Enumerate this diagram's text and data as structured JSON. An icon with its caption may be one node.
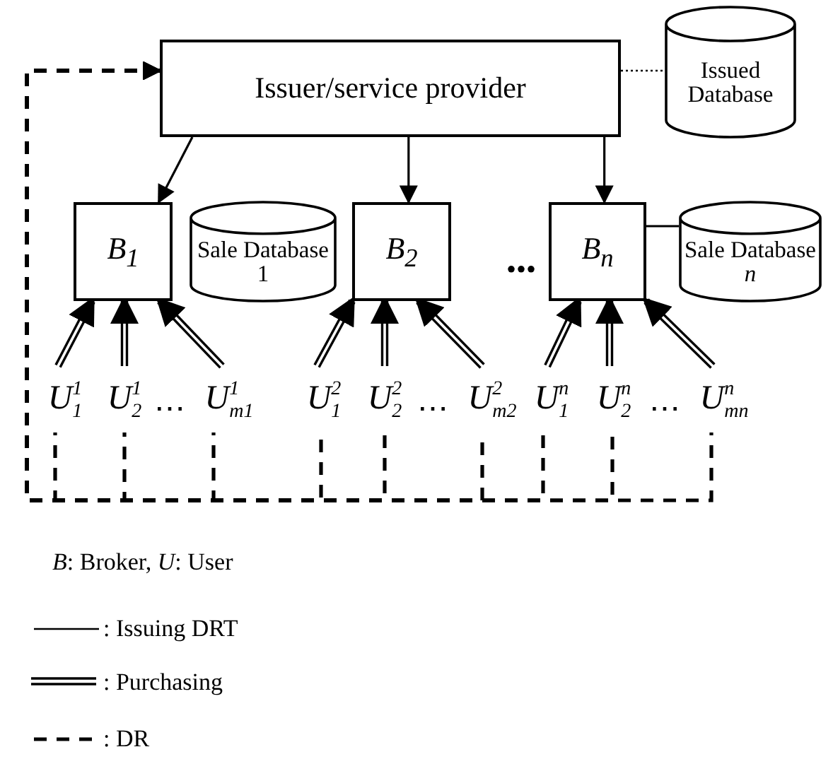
{
  "diagram": {
    "nodes": [
      {
        "text": [
          "Issuer/service provider"
        ]
      },
      {
        "text": [
          "Issued Database"
        ]
      },
      {
        "text": [
          "B$_{1}$"
        ]
      },
      {
        "text": [
          "Sale Database 1"
        ]
      },
      {
        "text": [
          "B$_{2}$"
        ]
      },
      {
        "text": [
          "B$_{n}$"
        ]
      },
      {
        "text": [
          "Sale Database *n*"
        ]
      },
      {
        "text": [
          "U$^{1}$$_{1}$"
        ]
      },
      {
        "text": [
          "U$^{1}$$_{2}$"
        ]
      },
      {
        "text": [
          "U$^{1}$$_{m1}$"
        ]
      },
      {
        "text": [
          "U$^{2}$$_{1}$"
        ]
      },
      {
        "text": [
          "U$^{2}$$_{2}$"
        ]
      },
      {
        "text": [
          "U$^{2}$$_{m2}$"
        ]
      },
      {
        "text": [
          "U$^{n}$$_{1}$"
        ]
      },
      {
        "text": [
          "U$^{n}$$_{2}$"
        ]
      },
      {
        "text": [
          "U$^{n}$$_{mn}$"
        ]
      }
    ],
    "edges": [
      {
        "from": 0,
        "to": 1,
        "arrow": "none",
        "style": "dashed"
      },
      {
        "from": 0,
        "to": 2,
        "arrow": "to"
      },
      {
        "from": 0,
        "to": 4,
        "arrow": "to"
      },
      {
        "from": 0,
        "to": 5,
        "arrow": "to"
      },
      {
        "from": 5,
        "to": 6,
        "arrow": "none"
      },
      {
        "from": 7,
        "to": 2,
        "arrow": "to",
        "style": "thick"
      },
      {
        "from": 8,
        "to": 2,
        "arrow": "to",
        "style": "thick"
      },
      {
        "from": 9,
        "to": 2,
        "arrow": "to",
        "style": "thick"
      },
      {
        "from": 10,
        "to": 4,
        "arrow": "to",
        "style": "thick"
      },
      {
        "from": 11,
        "to": 4,
        "arrow": "to",
        "style": "thick"
      },
      {
        "from": 12,
        "to": 4,
        "arrow": "to",
        "style": "thick"
      },
      {
        "from": 13,
        "to": 5,
        "arrow": "to",
        "style": "thick"
      },
      {
        "from": 14,
        "to": 5,
        "arrow": "to",
        "style": "thick"
      },
      {
        "from": 15,
        "to": 5,
        "arrow": "to",
        "style": "thick"
      },
      {
        "from": 7,
        "to": 0,
        "arrow": "to",
        "style": "dashed"
      },
      {
        "from": 8,
        "to": 0,
        "arrow": "to",
        "style": "dashed"
      },
      {
        "from": 9,
        "to": 0,
        "arrow": "to",
        "style": "dashed"
      },
      {
        "from": 10,
        "to": 0,
        "arrow": "to",
        "style": "dashed"
      },
      {
        "from": 11,
        "to": 0,
        "arrow": "to",
        "style": "dashed"
      },
      {
        "from": 12,
        "to": 0,
        "arrow": "to",
        "style": "dashed"
      },
      {
        "from": 13,
        "to": 0,
        "arrow": "to",
        "style": "dashed"
      },
      {
        "from": 14,
        "to": 0,
        "arrow": "to",
        "style": "dashed"
      },
      {
        "from": 15,
        "to": 0,
        "arrow": "to",
        "style": "dashed"
      }
    ],
    "labels": [
      "•••",
      "⋯",
      "⋯",
      "⋯",
      "*B*: Broker, *U*: User"
    ],
    "legend": [
      {
        "text": ": Issuing DRT"
      },
      {
        "text": ": Purchasing"
      },
      {
        "text": ": DR"
      }
    ]
  }
}
